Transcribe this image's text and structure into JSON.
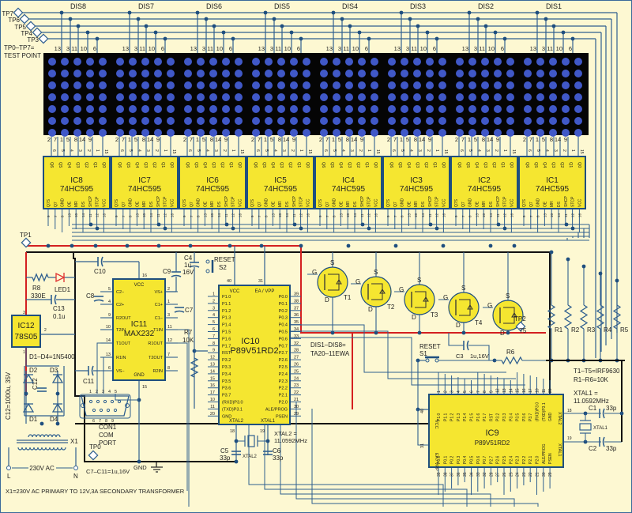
{
  "colors": {
    "background": "#fdf8d2",
    "wire": "#2f5f8f",
    "power_wire": "#d42020",
    "ground_wire": "#111111",
    "ic_fill": "#f5e630",
    "ic_border": "#1f4f7f",
    "matrix_bg": "#050505",
    "led_dot": "#4058c8",
    "led_red": "#e03030"
  },
  "test_points": {
    "top": [
      "TP7",
      "TP6",
      "TP5",
      "TP4",
      "TP3"
    ],
    "legend_line1": "TP0–TP7=",
    "legend_line2": "TEST POINT",
    "tp1": "TP1",
    "tp0": "TP0",
    "tp2": "TP2"
  },
  "displays": [
    {
      "name": "DIS8"
    },
    {
      "name": "DIS7"
    },
    {
      "name": "DIS6"
    },
    {
      "name": "DIS5"
    },
    {
      "name": "DIS4"
    },
    {
      "name": "DIS3"
    },
    {
      "name": "DIS2"
    },
    {
      "name": "DIS1"
    }
  ],
  "display_top_pins": [
    "13",
    "3",
    "11",
    "10",
    "6"
  ],
  "display_bottom_pins": [
    "2",
    "7",
    "1",
    "5",
    "8",
    "14",
    "9"
  ],
  "display_rows": 7,
  "display_cols": 5,
  "shift_registers": [
    {
      "name": "IC8",
      "part": "74HC595"
    },
    {
      "name": "IC7",
      "part": "74HC595"
    },
    {
      "name": "IC6",
      "part": "74HC595"
    },
    {
      "name": "IC5",
      "part": "74HC595"
    },
    {
      "name": "IC4",
      "part": "74HC595"
    },
    {
      "name": "IC3",
      "part": "74HC595"
    },
    {
      "name": "IC2",
      "part": "74HC595"
    },
    {
      "name": "IC1",
      "part": "74HC595"
    }
  ],
  "sr_top_pin_labels": [
    "Q6",
    "Q5",
    "Q4",
    "Q3",
    "Q2",
    "Q1",
    "Q0"
  ],
  "sr_top_pin_numbers": [
    "6",
    "5",
    "4",
    "3",
    "2",
    "1",
    "15"
  ],
  "sr_bottom_pin_labels": [
    "Q7S",
    "Q7",
    "GND",
    "OE",
    "MR",
    "DS",
    "SHCP",
    "STCP",
    "VCC"
  ],
  "sr_bottom_pin_numbers": [
    "9",
    "7",
    "8",
    "13",
    "10",
    "14",
    "11",
    "12",
    "16"
  ],
  "power": {
    "regulator_name": "IC12",
    "regulator_part": "78S05",
    "r8": "R8",
    "r8_value": "330E",
    "led1": "LED1",
    "c13": "C13",
    "c13_value": "0.1u",
    "diode_note": "D1–D4=1N5400",
    "diodes": [
      "D2",
      "D3",
      "D1",
      "D4"
    ],
    "c12": "C12",
    "c12_note": "C12=1000u, 35V",
    "transformer": "X1",
    "ac_label": "230V AC",
    "live": "L",
    "neutral": "N",
    "transformer_note": "X1=230V AC PRIMARY TO 12V,3A SECONDARY TRANSFORMER",
    "cap_note": "C7–C11=1u,16V",
    "gnd": "GND",
    "reg_pins": [
      "3",
      "2",
      "1"
    ]
  },
  "max232": {
    "name": "IC11",
    "part": "MAX232",
    "vcc": "VCC",
    "gnd": "GND",
    "left_pins": [
      {
        "num": "5",
        "label": "C2−"
      },
      {
        "num": "4",
        "label": "C2+"
      },
      {
        "num": "9",
        "label": "R2OUT"
      },
      {
        "num": "10",
        "label": "T2IN"
      },
      {
        "num": "14",
        "label": "T1OUT"
      },
      {
        "num": "13",
        "label": "R1IN"
      },
      {
        "num": "6",
        "label": "VS−"
      }
    ],
    "right_pins": [
      {
        "num": "2",
        "label": "VS+"
      },
      {
        "num": "1",
        "label": "C1+"
      },
      {
        "num": "3",
        "label": "C1−"
      },
      {
        "num": "11",
        "label": "T1IN"
      },
      {
        "num": "12",
        "label": "R1OUT"
      },
      {
        "num": "7",
        "label": "T2OUT"
      },
      {
        "num": "8",
        "label": "R2IN"
      }
    ],
    "vcc_pin": "16",
    "gnd_pin": "15",
    "caps": [
      "C8",
      "C7",
      "C10",
      "C11",
      "C9"
    ]
  },
  "connector": {
    "name": "CON1",
    "line2": "COM",
    "line3": "PORT",
    "top_pins": [
      "1",
      "2",
      "3",
      "4",
      "5"
    ],
    "bottom_pins": [
      "6",
      "7",
      "8",
      "9"
    ]
  },
  "ic10": {
    "name": "IC10",
    "part": "P89V51RD2",
    "vcc": "VCC",
    "ea": "EA / VPP",
    "vcc_pin": "40",
    "ea_pin": "31",
    "xtal2": "XTAL2",
    "xtal1": "XTAL1",
    "xtal2_pin": "18",
    "xtal1_pin": "19",
    "left_pins": [
      {
        "num": "1",
        "label": "P1.0"
      },
      {
        "num": "2",
        "label": "P1.1"
      },
      {
        "num": "3",
        "label": "P1.2"
      },
      {
        "num": "4",
        "label": "P1.3"
      },
      {
        "num": "5",
        "label": "P1.4"
      },
      {
        "num": "6",
        "label": "P1.5"
      },
      {
        "num": "7",
        "label": "P1.6"
      },
      {
        "num": "8",
        "label": "P1.7"
      },
      {
        "num": "9",
        "label": "RST"
      },
      {
        "num": "12",
        "label": "P3.2"
      },
      {
        "num": "13",
        "label": "P3.3"
      },
      {
        "num": "14",
        "label": "P3.4"
      },
      {
        "num": "15",
        "label": "P3.5"
      },
      {
        "num": "16",
        "label": "P3.6"
      },
      {
        "num": "17",
        "label": "P3.7"
      },
      {
        "num": "10",
        "label": "(RXD)P3.0"
      },
      {
        "num": "11",
        "label": "(TXD)P3.1"
      },
      {
        "num": "20",
        "label": "GND"
      }
    ],
    "right_pins": [
      {
        "num": "39",
        "label": "P0.0"
      },
      {
        "num": "38",
        "label": "P0.1"
      },
      {
        "num": "37",
        "label": "P0.2"
      },
      {
        "num": "36",
        "label": "P0.3"
      },
      {
        "num": "35",
        "label": "P0.4"
      },
      {
        "num": "34",
        "label": "P0.5"
      },
      {
        "num": "33",
        "label": "P0.6"
      },
      {
        "num": "32",
        "label": "P0.7"
      },
      {
        "num": "28",
        "label": "P2.7"
      },
      {
        "num": "27",
        "label": "P2.6"
      },
      {
        "num": "26",
        "label": "P2.5"
      },
      {
        "num": "25",
        "label": "P2.4"
      },
      {
        "num": "24",
        "label": "P2.3"
      },
      {
        "num": "23",
        "label": "P2.2"
      },
      {
        "num": "22",
        "label": "P2.1"
      },
      {
        "num": "21",
        "label": "P2.0"
      },
      {
        "num": "30",
        "label": "ALE/PROG"
      },
      {
        "num": "29",
        "label": "PSEN"
      }
    ],
    "reset_label": "RESET",
    "reset_switch": "S2",
    "c4": "C4",
    "c4_value": "1u",
    "c4_voltage": "16V",
    "r7": "R7",
    "r7_value": "10K",
    "crystal_label": "XTAL2 =",
    "crystal_freq": "11.0592MHz",
    "crystal_name": "XTAL2",
    "c5": "C5",
    "c5_value": "33p",
    "c6": "C6",
    "c6_value": "33p"
  },
  "ic9": {
    "name": "IC9",
    "part": "P89V51RD2",
    "vcc": "VCC",
    "ea": "EA / VPP",
    "vcc_pin": "40",
    "ea_pin": "31",
    "xtal2": "XTAL2",
    "xtal1": "XTAL1",
    "xtal2_pin": "18",
    "xtal1_pin": "19",
    "top_pins": [
      {
        "num": "1",
        "label": "P1.0"
      },
      {
        "num": "2",
        "label": "P1.1"
      },
      {
        "num": "3",
        "label": "P1.2"
      },
      {
        "num": "4",
        "label": "P1.3"
      },
      {
        "num": "5",
        "label": "P1.4"
      },
      {
        "num": "6",
        "label": "P1.5"
      },
      {
        "num": "7",
        "label": "P1.6"
      },
      {
        "num": "8",
        "label": "P1.7"
      },
      {
        "num": "9",
        "label": "RST"
      },
      {
        "num": "12",
        "label": "P3.2"
      },
      {
        "num": "13",
        "label": "P3.3"
      },
      {
        "num": "14",
        "label": "P3.4"
      },
      {
        "num": "15",
        "label": "P3.5"
      },
      {
        "num": "16",
        "label": "P3.6"
      },
      {
        "num": "17",
        "label": "P3.7"
      },
      {
        "num": "10",
        "label": "(RXD)P3.0"
      },
      {
        "num": "11",
        "label": "(TXD)P3.1"
      },
      {
        "num": "20",
        "label": "GND"
      }
    ],
    "bottom_pins": [
      {
        "num": "39",
        "label": "P0.0"
      },
      {
        "num": "38",
        "label": "P0.1"
      },
      {
        "num": "37",
        "label": "P0.2"
      },
      {
        "num": "36",
        "label": "P0.3"
      },
      {
        "num": "35",
        "label": "P0.4"
      },
      {
        "num": "34",
        "label": "P0.5"
      },
      {
        "num": "33",
        "label": "P0.6"
      },
      {
        "num": "32",
        "label": "P0.7"
      },
      {
        "num": "28",
        "label": "P2.7"
      },
      {
        "num": "27",
        "label": "P2.6"
      },
      {
        "num": "26",
        "label": "P2.5"
      },
      {
        "num": "25",
        "label": "P2.4"
      },
      {
        "num": "24",
        "label": "P2.3"
      },
      {
        "num": "23",
        "label": "P2.2"
      },
      {
        "num": "22",
        "label": "P2.1"
      },
      {
        "num": "21",
        "label": "P2.0"
      },
      {
        "num": "30",
        "label": "ALE/PROG"
      },
      {
        "num": "29",
        "label": "PSEN"
      }
    ],
    "reset_label": "RESET",
    "reset_switch": "S1",
    "c3": "C3",
    "c3_value": "1u,16V",
    "r6": "R6",
    "crystal_label": "XTAL1 =",
    "crystal_freq": "11.0592MHz",
    "crystal_name": "XTAL1",
    "c1": "C1",
    "c1_value": "33p",
    "c2": "C2",
    "c2_value": "33p"
  },
  "transistors": [
    {
      "name": "T1"
    },
    {
      "name": "T2"
    },
    {
      "name": "T3"
    },
    {
      "name": "T4"
    },
    {
      "name": "T5"
    }
  ],
  "transistor_pins": {
    "s": "S",
    "g": "G",
    "d": "D"
  },
  "pullups": [
    "R1",
    "R2",
    "R3",
    "R4",
    "R5"
  ],
  "notes": {
    "display_part_line1": "DIS1–DIS8=",
    "display_part_line2": "TA20–11EWA",
    "transistor_note": "T1–T5=IRF9630",
    "resistor_note": "R1–R6=10K"
  }
}
